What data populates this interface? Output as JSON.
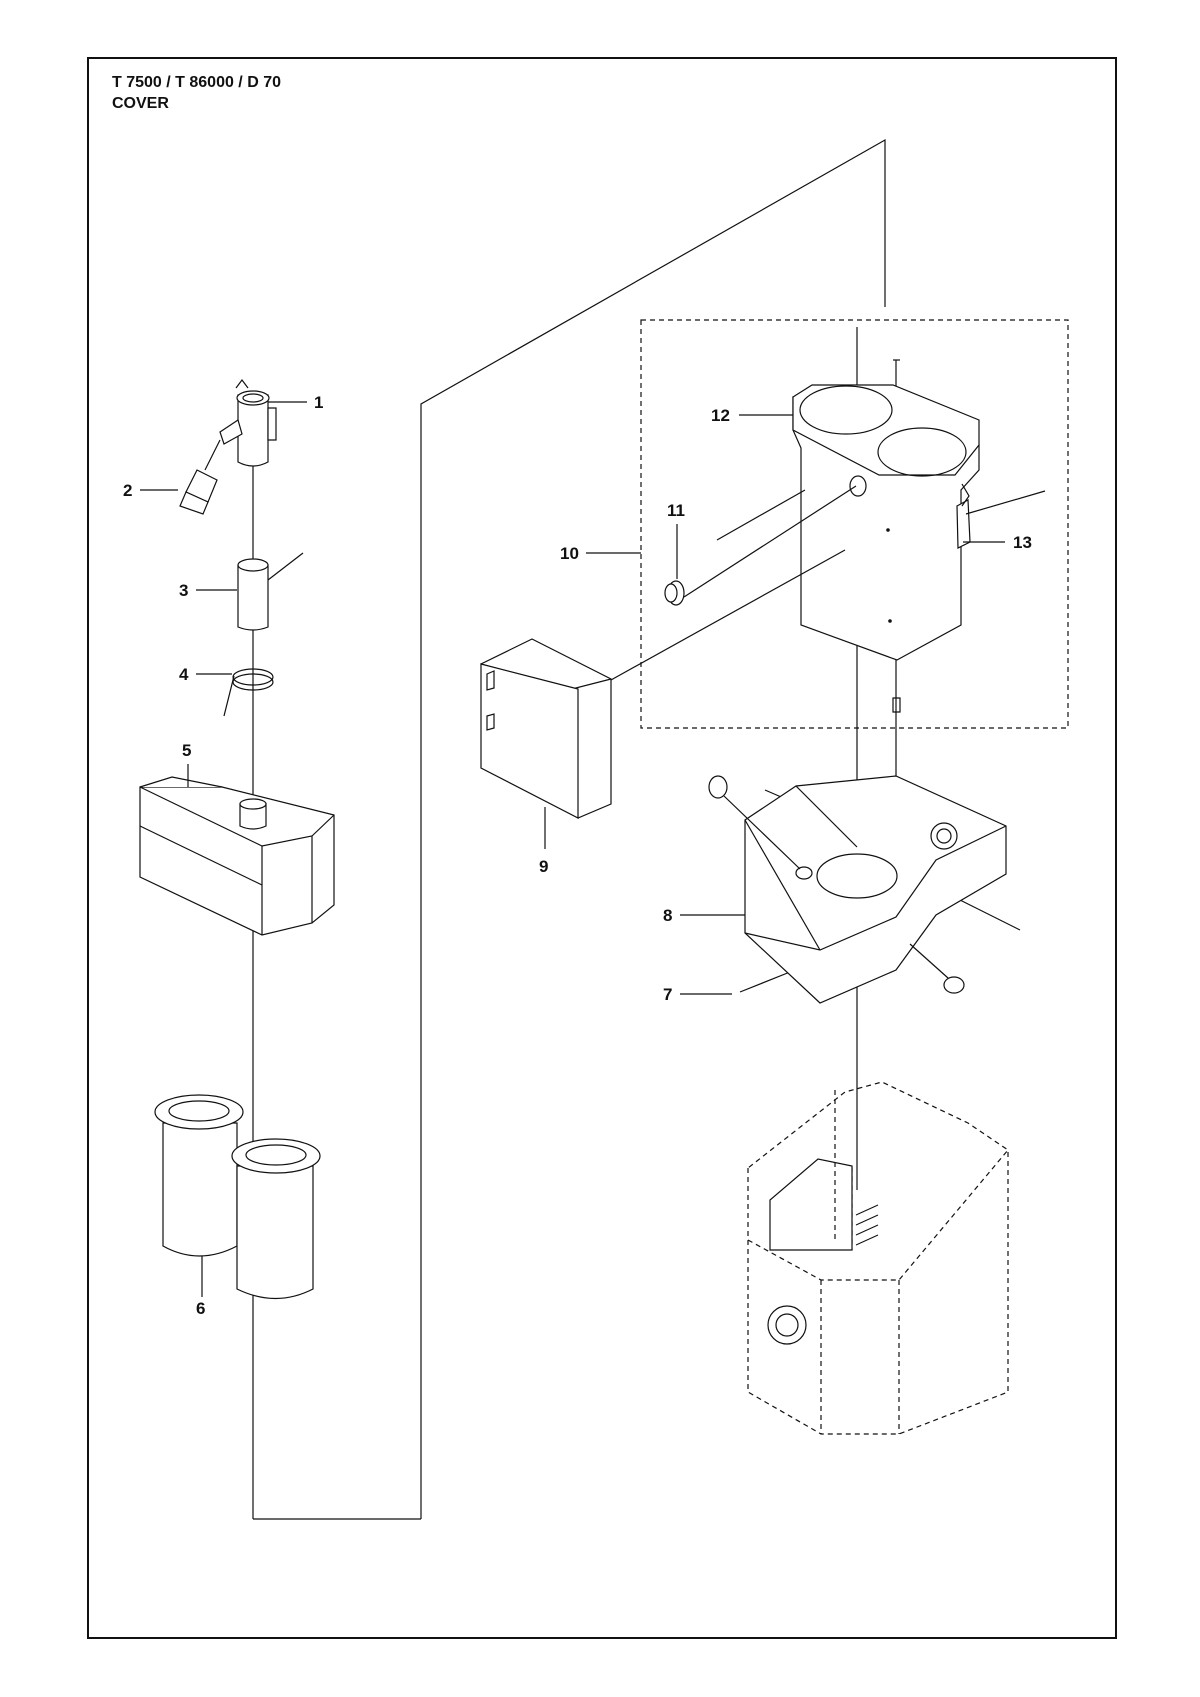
{
  "title": {
    "line1": "T 7500 / T 86000 / D 70",
    "line2": "COVER"
  },
  "callouts": [
    "1",
    "2",
    "3",
    "4",
    "5",
    "6",
    "7",
    "8",
    "9",
    "10",
    "11",
    "12",
    "13"
  ]
}
